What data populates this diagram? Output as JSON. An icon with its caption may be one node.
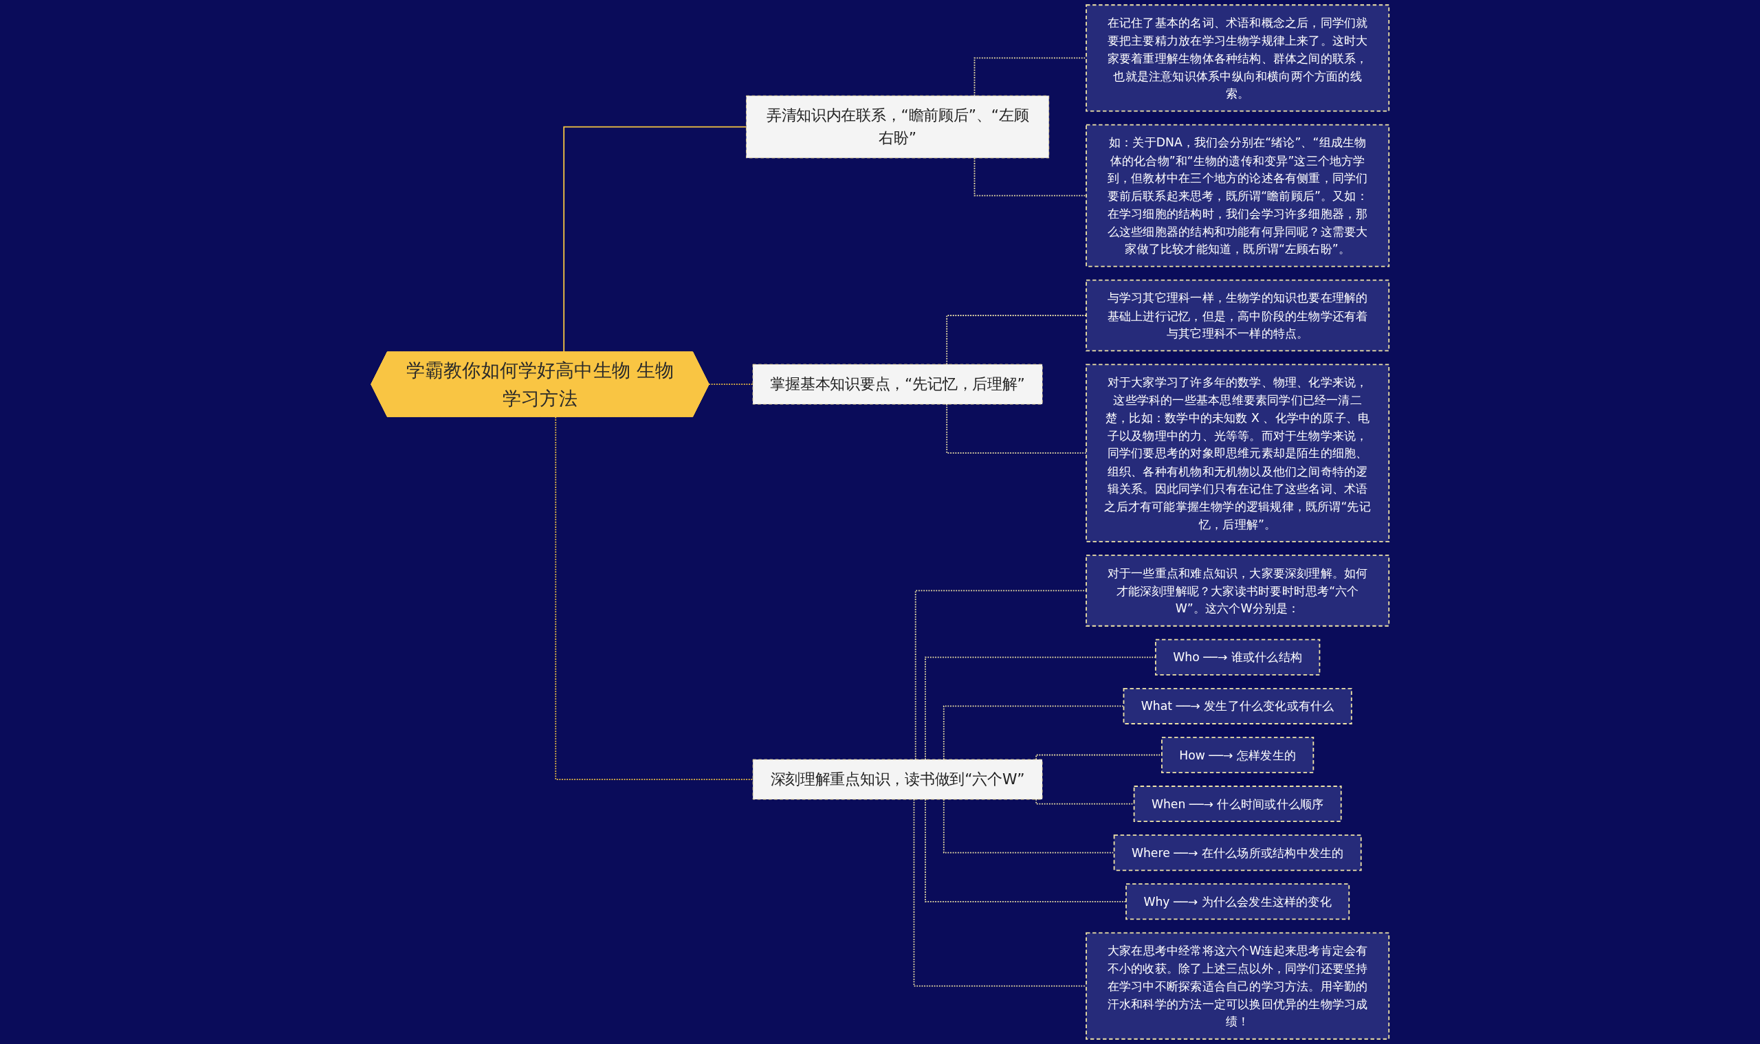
{
  "diagram": {
    "nodes": [
      {
        "text": [
          "学霸教你如何学好高中生物 生物学习方法"
        ]
      },
      {
        "text": [
          "弄清知识内在联系，“瞻前顾后”、“左顾右盼”"
        ]
      },
      {
        "text": [
          "在记住了基本的名词、术语和概念之后，同学们就要把主要精力放在学习生物学规律上来了。这时大家要着重理解生物体各种结构、群体之间的联系，也就是注意知识体系中纵向和横向两个方面的线索。"
        ]
      },
      {
        "text": [
          "如：关于DNA，我们会分别在“绪论”、“组成生物体的化合物”和“生物的遗传和变异”这三个地方学到，但教材中在三个地方的论述各有侧重，同学们要前后联系起来思考，既所谓“瞻前顾后”。又如：在学习细胞的结构时，我们会学习许多细胞器，那么这些细胞器的结构和功能有何异同呢？这需要大家做了比较才能知道，既所谓“左顾右盼”。"
        ]
      },
      {
        "text": [
          "掌握基本知识要点，“先记忆，后理解”"
        ]
      },
      {
        "text": [
          "与学习其它理科一样，生物学的知识也要在理解的基础上进行记忆，但是，高中阶段的生物学还有着与其它理科不一样的特点。"
        ]
      },
      {
        "text": [
          "对于大家学习了许多年的数学、物理、化学来说，这些学科的一些基本思维要素同学们已经一清二楚，比如：数学中的未知数 X 、化学中的原子、电子以及物理中的力、光等等。而对于生物学来说，同学们要思考的对象即思维元素却是陌生的细胞、组织、各种有机物和无机物以及他们之间奇特的逻辑关系。因此同学们只有在记住了这些名词、术语之后才有可能掌握生物学的逻辑规律，既所谓“先记忆，后理解”。"
        ]
      },
      {
        "text": [
          "深刻理解重点知识，读书做到“六个W”"
        ]
      },
      {
        "text": [
          "对于一些重点和难点知识，大家要深刻理解。如何才能深刻理解呢？大家读书时要时时思考“六个W”。这六个W分别是："
        ]
      },
      {
        "text": [
          "Who ──→ 谁或什么结构"
        ]
      },
      {
        "text": [
          "What ──→ 发生了什么变化或有什么"
        ]
      },
      {
        "text": [
          "How ──→ 怎样发生的"
        ]
      },
      {
        "text": [
          "When ──→ 什么时间或什么顺序"
        ]
      },
      {
        "text": [
          "Where ──→ 在什么场所或结构中发生的"
        ]
      },
      {
        "text": [
          "Why ──→ 为什么会发生这样的变化"
        ]
      },
      {
        "text": [
          "大家在思考中经常将这六个W连起来思考肯定会有不小的收获。除了上述三点以外，同学们还要坚持在学习中不断探索适合自己的学习方法。用辛勤的汗水和科学的方法一定可以换回优异的生物学习成绩！"
        ]
      }
    ],
    "edges": [
      {
        "from": 0,
        "to": 1,
        "arrow": "none",
        "color": "#f5c542"
      },
      {
        "from": 1,
        "to": 2,
        "arrow": "none",
        "style": "dashed"
      },
      {
        "from": 1,
        "to": 3,
        "arrow": "none",
        "style": "dashed"
      },
      {
        "from": 0,
        "to": 4,
        "arrow": "none",
        "style": "dashed",
        "color": "#f5c542"
      },
      {
        "from": 4,
        "to": 5,
        "arrow": "none",
        "style": "dashed"
      },
      {
        "from": 4,
        "to": 6,
        "arrow": "none",
        "style": "dashed"
      },
      {
        "from": 0,
        "to": 7,
        "arrow": "none",
        "style": "dashed",
        "color": "#f5c542"
      },
      {
        "from": 7,
        "to": 8,
        "arrow": "none",
        "style": "dashed"
      },
      {
        "from": 7,
        "to": 9,
        "arrow": "none",
        "style": "dashed"
      },
      {
        "from": 7,
        "to": 10,
        "arrow": "none",
        "style": "dashed"
      },
      {
        "from": 7,
        "to": 11,
        "arrow": "none",
        "style": "dashed"
      },
      {
        "from": 7,
        "to": 12,
        "arrow": "none",
        "style": "dashed"
      },
      {
        "from": 7,
        "to": 13,
        "arrow": "none",
        "style": "dashed"
      },
      {
        "from": 7,
        "to": 14,
        "arrow": "none",
        "style": "dashed"
      },
      {
        "from": 7,
        "to": 15,
        "arrow": "none",
        "style": "dashed"
      }
    ]
  }
}
